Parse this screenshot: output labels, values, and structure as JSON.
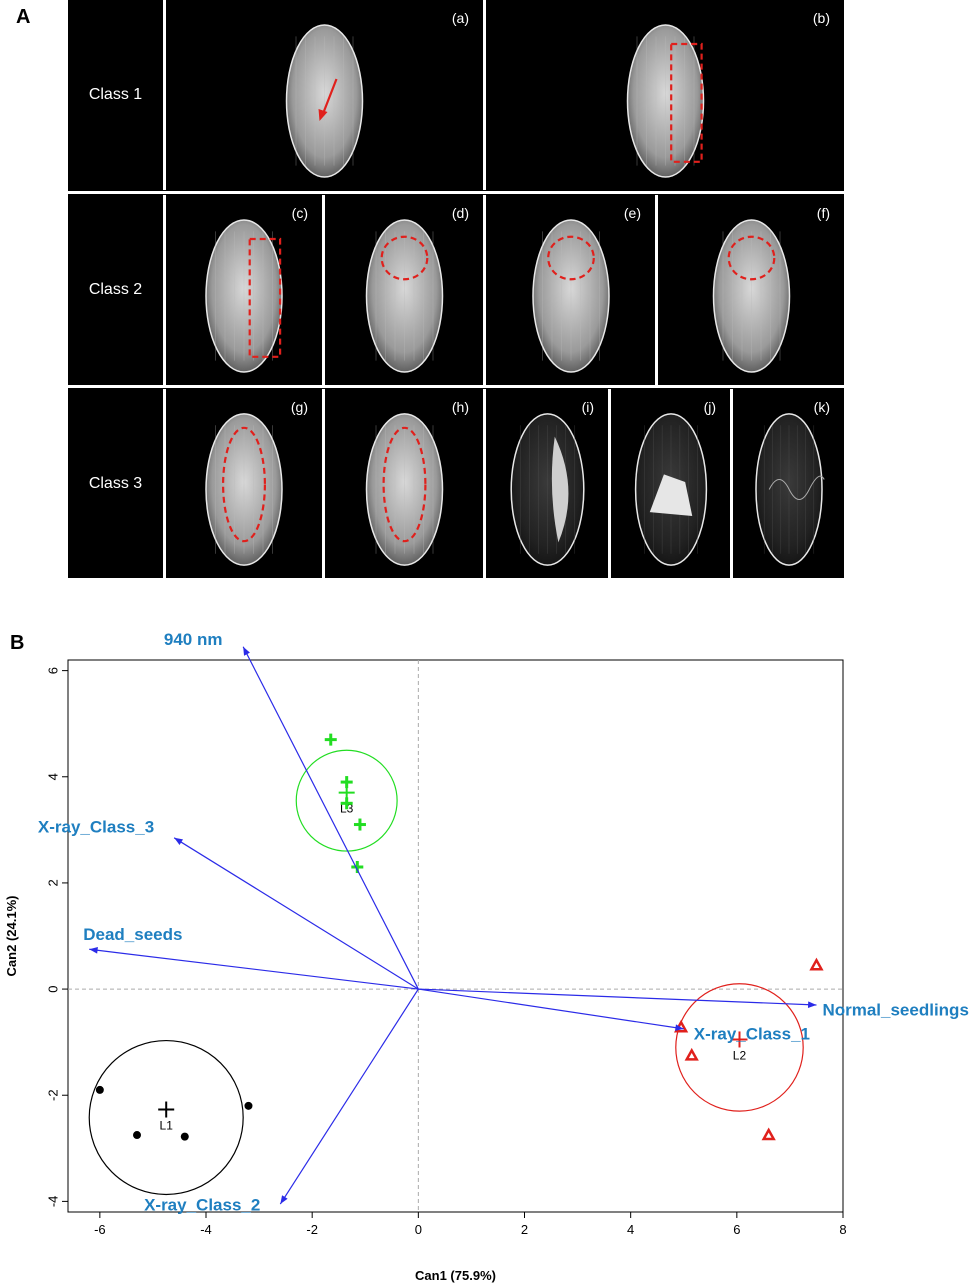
{
  "panel_a": {
    "letter": "A",
    "rows": [
      {
        "label": "Class 1",
        "images": [
          {
            "id": "(a)",
            "marker": "arrow"
          },
          {
            "id": "(b)",
            "marker": "rect"
          }
        ]
      },
      {
        "label": "Class 2",
        "images": [
          {
            "id": "(c)",
            "marker": "rect"
          },
          {
            "id": "(d)",
            "marker": "ellipse-top"
          },
          {
            "id": "(e)",
            "marker": "ellipse-top"
          },
          {
            "id": "(f)",
            "marker": "ellipse-top"
          }
        ]
      },
      {
        "label": "Class 3",
        "images": [
          {
            "id": "(g)",
            "marker": "ellipse-long"
          },
          {
            "id": "(h)",
            "marker": "ellipse-long"
          },
          {
            "id": "(i)",
            "marker": "none"
          },
          {
            "id": "(j)",
            "marker": "none"
          },
          {
            "id": "(k)",
            "marker": "none"
          }
        ]
      }
    ],
    "colors": {
      "marker": "#e0201c",
      "background": "#000000"
    }
  },
  "panel_b": {
    "letter": "B"
  },
  "chart_data": {
    "type": "scatter",
    "xlabel": "Can1 (75.9%)",
    "ylabel": "Can2 (24.1%)",
    "xlim": [
      -6.6,
      8.0
    ],
    "ylim": [
      -4.2,
      6.2
    ],
    "xticks": [
      -6,
      -4,
      -2,
      0,
      2,
      4,
      6,
      8
    ],
    "yticks": [
      -4,
      -2,
      0,
      2,
      4,
      6
    ],
    "reference_lines": {
      "x": 0,
      "y": 0,
      "style": "dashed"
    },
    "groups": [
      {
        "name": "L1",
        "color": "#000000",
        "marker": "dot",
        "points": [
          [
            -6.0,
            -1.9
          ],
          [
            -5.3,
            -2.75
          ],
          [
            -4.4,
            -2.78
          ],
          [
            -3.2,
            -2.2
          ]
        ],
        "center": [
          -4.75,
          -2.42
        ],
        "radius_x": 1.45
      },
      {
        "name": "L2",
        "color": "#e0201c",
        "marker": "triangle",
        "points": [
          [
            4.95,
            -0.72
          ],
          [
            5.15,
            -1.25
          ],
          [
            6.6,
            -2.75
          ],
          [
            7.5,
            0.45
          ]
        ],
        "center": [
          6.05,
          -1.1
        ],
        "radius_x": 1.2
      },
      {
        "name": "L3",
        "color": "#22dd22",
        "marker": "plus",
        "points": [
          [
            -1.65,
            4.7
          ],
          [
            -1.35,
            3.9
          ],
          [
            -1.35,
            3.5
          ],
          [
            -1.1,
            3.1
          ],
          [
            -1.15,
            2.3
          ]
        ],
        "center": [
          -1.35,
          3.55
        ],
        "radius_x": 0.95
      }
    ],
    "vectors": [
      {
        "label": "940 nm",
        "x": -3.3,
        "y": 6.45
      },
      {
        "label": "X-ray_Class_3",
        "x": -4.6,
        "y": 2.85
      },
      {
        "label": "Dead_seeds",
        "x": -6.2,
        "y": 0.75
      },
      {
        "label": "Normal_seedlings",
        "x": 7.5,
        "y": -0.3
      },
      {
        "label": "X-ray_Class_1",
        "x": 5.0,
        "y": -0.75
      },
      {
        "label": "X-ray_Class_2",
        "x": -2.6,
        "y": -4.05
      }
    ],
    "colors": {
      "vector": "#2b2be8",
      "vector_label": "#1f7fc0",
      "axis": "#000000",
      "refline": "#aaaaaa"
    }
  }
}
